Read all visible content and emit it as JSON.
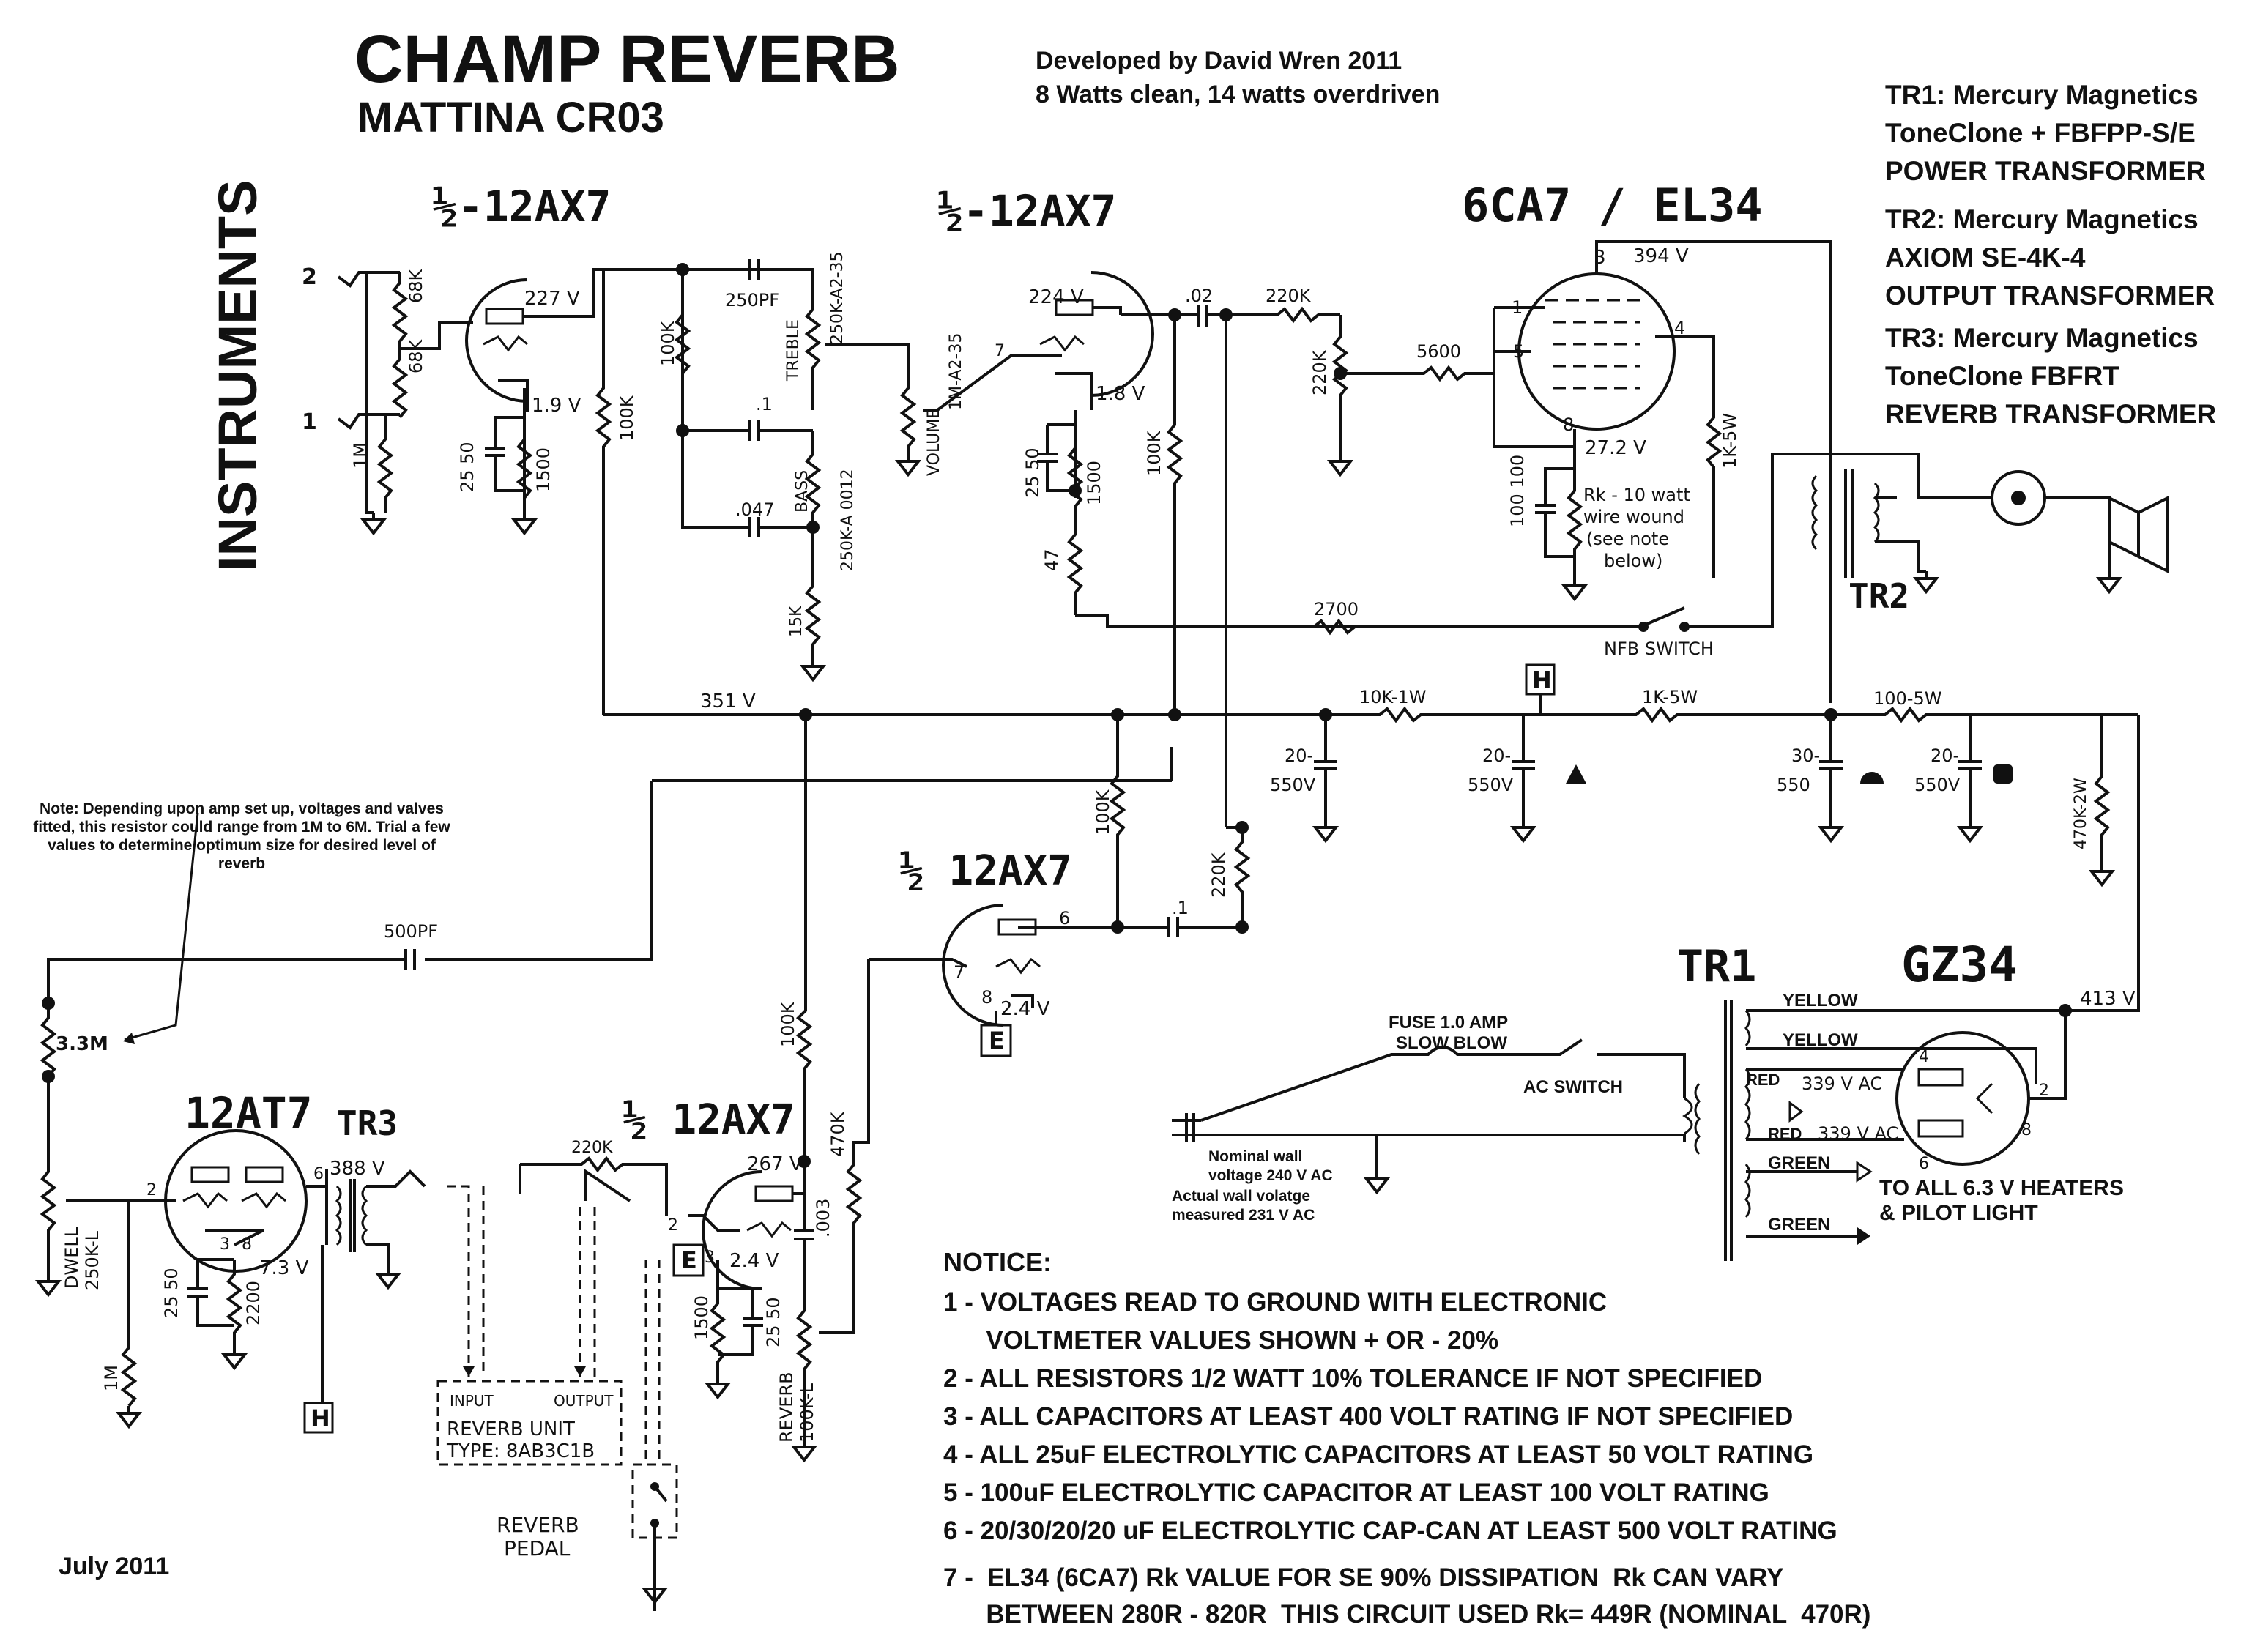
{
  "header": {
    "title": "CHAMP REVERB",
    "subtitle": "MATTINA CR03",
    "developer": "Developed by David Wren 2011",
    "power": "8 Watts clean, 14 watts overdriven",
    "side_label": "INSTRUMENTS",
    "date": "July 2011"
  },
  "transformers": [
    {
      "line1": "TR1: Mercury Magnetics",
      "line2": "ToneClone + FBFPP-S/E",
      "line3": "POWER TRANSFORMER"
    },
    {
      "line1": "TR2: Mercury Magnetics",
      "line2": "AXIOM SE-4K-4",
      "line3": "OUTPUT TRANSFORMER"
    },
    {
      "line1": "TR3: Mercury Magnetics",
      "line2": "ToneClone  FBFRT",
      "line3": "REVERB TRANSFORMER"
    }
  ],
  "tubes": {
    "v1": "½-12AX7",
    "v2": "½-12AX7",
    "power": "6CA7 / EL34",
    "v3": "½ 12AX7",
    "v4": "½ 12AX7",
    "reverb_driver": "12AT7",
    "rectifier": "GZ34"
  },
  "voltages": {
    "v1_plate": "227 V",
    "v1_cathode": "1.9 V",
    "v2_plate": "224 V",
    "v2_cathode": "1.8 V",
    "power_plate": "394 V",
    "power_cathode": "27.2 V",
    "b_plus_351": "351 V",
    "v3_cathode": "2.4 V",
    "v4_plate": "267 V",
    "v4_cathode": "2.4 V",
    "rev_plate": "388 V",
    "rev_cathode": "7.3 V",
    "rect_out": "413 V",
    "red1": "339 V AC",
    "red2": "339 V AC"
  },
  "components": {
    "r68k_a": "68K",
    "r68k_b": "68K",
    "r1m_in": "1M",
    "c25_50_a": "25 50",
    "r1500_a": "1500",
    "r100k_a": "100K",
    "r100k_b": "100K",
    "c250pf": "250PF",
    "treble": "TREBLE",
    "treble_pot": "250K-A2-35",
    "c_dot1_a": ".1",
    "c047": ".047",
    "bass": "BASS",
    "bass_pot": "250K-A 0012",
    "r15k": "15K",
    "volume": "VOLUME",
    "volume_pot": "1M-A2-35",
    "c25_50_b": "25 50",
    "r1500_b": "1500",
    "r47": "47",
    "r100k_c": "100K",
    "c02": ".02",
    "r220k_a": "220K",
    "r220k_b": "220K",
    "r5600": "5600",
    "rk_note": "Rk - 10 watt",
    "rk_note2": "wire wound",
    "rk_note3": "(see note",
    "rk_note4": "below)",
    "c100_100": "100 100",
    "r1k5w_a": "1K-5W",
    "r2700": "2700",
    "nfb": "NFB SWITCH",
    "r10k1w": "10K-1W",
    "r1k5w_b": "1K-5W",
    "r100_5w": "100-5W",
    "cap20_a": "20-",
    "cap550_a": "550V",
    "cap20_b": "20-",
    "cap550_b": "550V",
    "cap30": "30-",
    "cap550_c": "550",
    "cap20_c": "20-",
    "cap550_d": "550V",
    "r470k2w": "470K-2W",
    "r100k_d": "100K",
    "r220k_c": "220K",
    "c_dot1_b": ".1",
    "c500pf": "500PF",
    "r3_3m": "3.3M",
    "dwell": "DWELL",
    "dwell_pot": "250K-L",
    "r1m_b": "1M",
    "c25_50_c": "25 50",
    "r2200": "2200",
    "r100k_e": "100K",
    "r220k_d": "220K",
    "r470k": "470K",
    "c003": ".003",
    "r1500_c": "1500",
    "c25_50_d": "25 50",
    "reverb_pot": "REVERB",
    "reverb_pot_v": "100K-L",
    "reverb_unit": "REVERB UNIT",
    "reverb_type": "TYPE: 8AB3C1B",
    "input": "INPUT",
    "output": "OUTPUT",
    "pedal1": "REVERB",
    "pedal2": "PEDAL",
    "tr1": "TR1",
    "tr2": "TR2",
    "tr3": "TR3",
    "fuse1": "FUSE 1.0 AMP",
    "fuse2": "SLOW BLOW",
    "ac_switch": "AC SWITCH",
    "wall1": "Nominal wall",
    "wall2": "voltage 240 V AC",
    "wall3": "Actual wall volatge",
    "wall4": "measured 231 V AC",
    "yellow1": "YELLOW",
    "yellow2": "YELLOW",
    "red1": "RED",
    "red2": "RED",
    "green1": "GREEN",
    "green2": "GREEN",
    "heaters1": "TO ALL 6.3 V HEATERS",
    "heaters2": "& PILOT LIGHT",
    "reverb_note": "Note: Depending upon amp set up, voltages and valves fitted, this resistor could range from 1M to 6M. Trial a few values to determine optimum size for desired level of reverb",
    "jack2": "2",
    "jack1": "1",
    "tag_h1": "H",
    "tag_h2": "H",
    "tag_e1": "E",
    "tag_e2": "E"
  },
  "pins": {
    "p3": "3",
    "p1": "1",
    "p5": "5",
    "p4": "4",
    "p8": "8",
    "p6": "6",
    "p7": "7",
    "p2": "2",
    "p8b": "8",
    "r4": "4",
    "r2": "2",
    "r6": "6",
    "r8": "8"
  },
  "notice": {
    "heading": "NOTICE:",
    "items": [
      "1 - VOLTAGES READ TO GROUND WITH ELECTRONIC",
      "      VOLTMETER VALUES SHOWN + OR - 20%",
      "2 - ALL RESISTORS 1/2 WATT 10% TOLERANCE IF NOT SPECIFIED",
      "3 - ALL CAPACITORS AT LEAST 400 VOLT RATING IF NOT SPECIFIED",
      "4 - ALL 25uF ELECTROLYTIC CAPACITORS AT LEAST 50 VOLT RATING",
      "5 - 100uF ELECTROLYTIC CAPACITOR AT LEAST 100 VOLT RATING",
      "6 - 20/30/20/20 uF ELECTROLYTIC CAP-CAN AT LEAST 500 VOLT RATING",
      "7 -  EL34 (6CA7) Rk VALUE FOR SE 90% DISSIPATION  Rk CAN VARY",
      "      BETWEEN 280R - 820R  THIS CIRCUIT USED Rk= 449R (NOMINAL  470R)"
    ]
  }
}
